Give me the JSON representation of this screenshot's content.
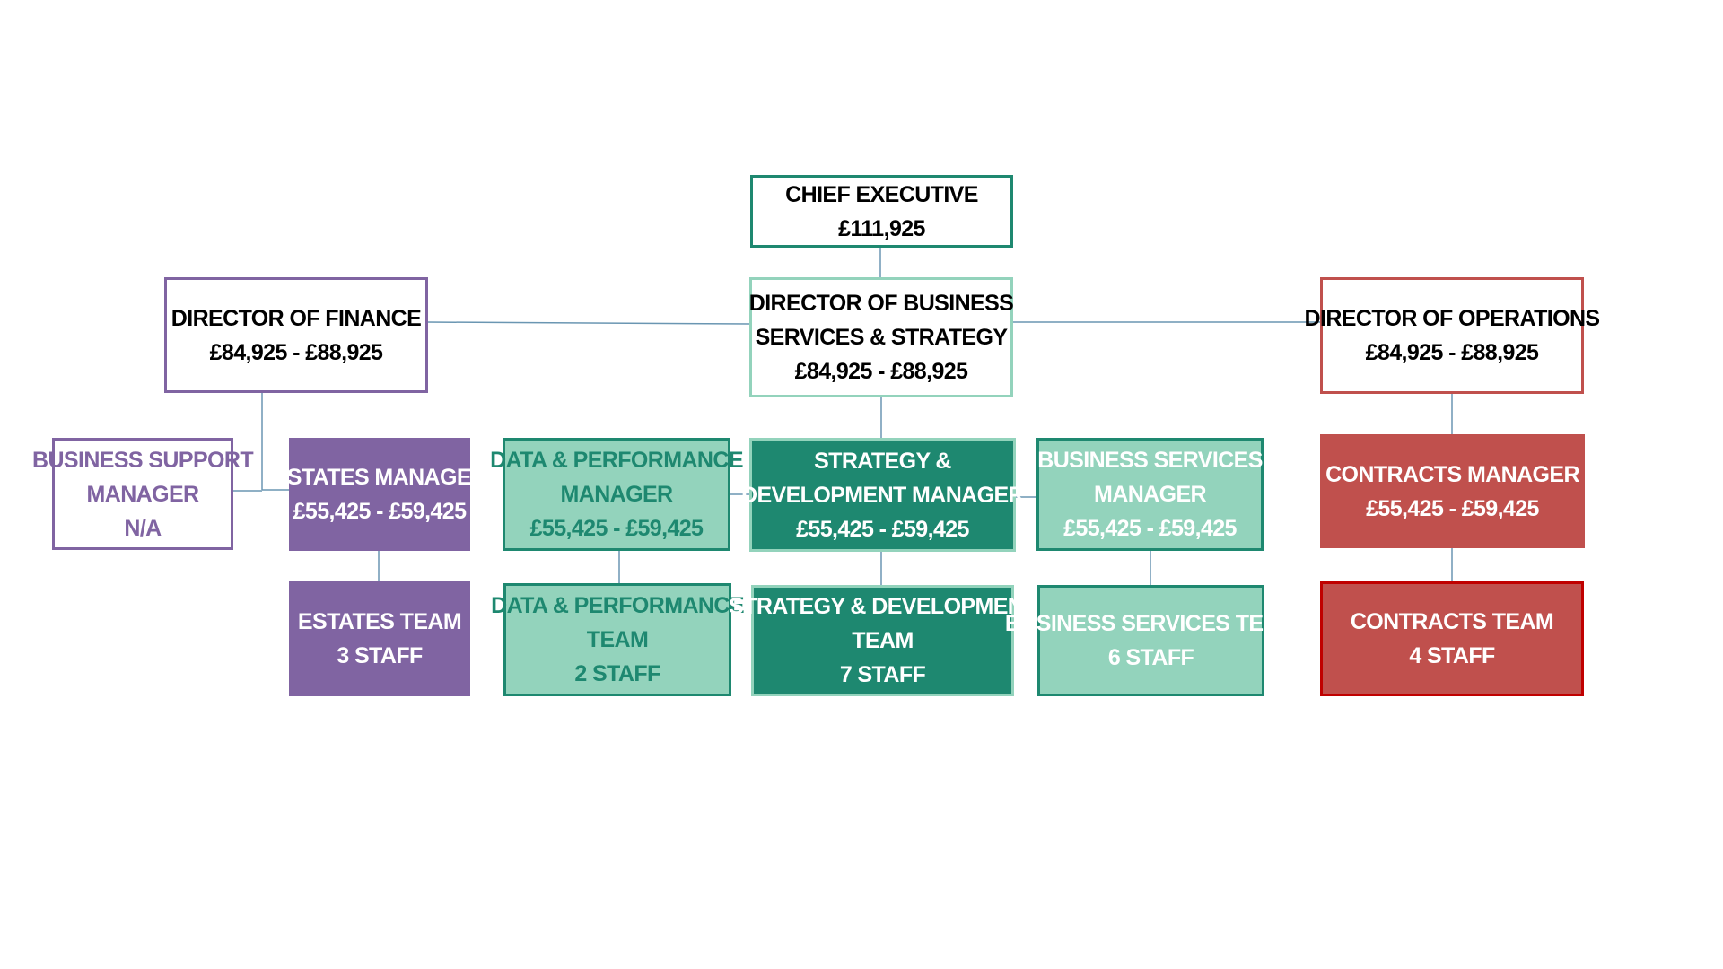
{
  "colors": {
    "dark_green": "#1E8870",
    "mid_green": "#1E8870",
    "light_green_fill": "#93D3BC",
    "light_green_border": "#1E8870",
    "pale_green_border": "#93D3BC",
    "light_green_text": "#1E8870",
    "purple": "#8064A2",
    "red": "#C0504D",
    "red_border": "#C00000",
    "connector": "#6A96B2",
    "black": "#000000",
    "white": "#FFFFFF"
  },
  "nodes": {
    "chief_executive": {
      "lines": [
        "CHIEF EXECUTIVE",
        "£111,925"
      ]
    },
    "director_finance": {
      "lines": [
        "DIRECTOR OF FINANCE",
        "£84,925 - £88,925"
      ]
    },
    "director_business": {
      "lines": [
        "DIRECTOR OF BUSINESS",
        "SERVICES & STRATEGY",
        "£84,925 - £88,925"
      ]
    },
    "director_operations": {
      "lines": [
        "DIRECTOR OF OPERATIONS",
        "£84,925 - £88,925"
      ]
    },
    "business_support_manager": {
      "lines": [
        "BUSINESS SUPPORT",
        "MANAGER",
        "N/A"
      ]
    },
    "estates_manager": {
      "lines": [
        "ESTATES MANAGER",
        "£55,425 - £59,425"
      ]
    },
    "data_performance_manager": {
      "lines": [
        "DATA & PERFORMANCE",
        "MANAGER",
        "£55,425 - £59,425"
      ]
    },
    "strategy_development_manager": {
      "lines": [
        "STRATEGY &",
        "DEVELOPMENT MANAGER",
        "£55,425 - £59,425"
      ]
    },
    "business_services_manager": {
      "lines": [
        "BUSINESS SERVICES",
        "MANAGER",
        "£55,425 - £59,425"
      ]
    },
    "contracts_manager": {
      "lines": [
        "CONTRACTS MANAGER",
        "£55,425 - £59,425"
      ]
    },
    "estates_team": {
      "lines": [
        "ESTATES TEAM",
        "3 STAFF"
      ]
    },
    "data_performance_team": {
      "lines": [
        "DATA & PERFORMANCE",
        "TEAM",
        "2 STAFF"
      ]
    },
    "strategy_development_team": {
      "lines": [
        "STRATEGY & DEVELOPMENT",
        "TEAM",
        "7 STAFF"
      ]
    },
    "business_services_team": {
      "lines": [
        "BUSINESS SERVICES TEAM",
        "6 STAFF"
      ]
    },
    "contracts_team": {
      "lines": [
        "CONTRACTS TEAM",
        "4 STAFF"
      ]
    }
  }
}
